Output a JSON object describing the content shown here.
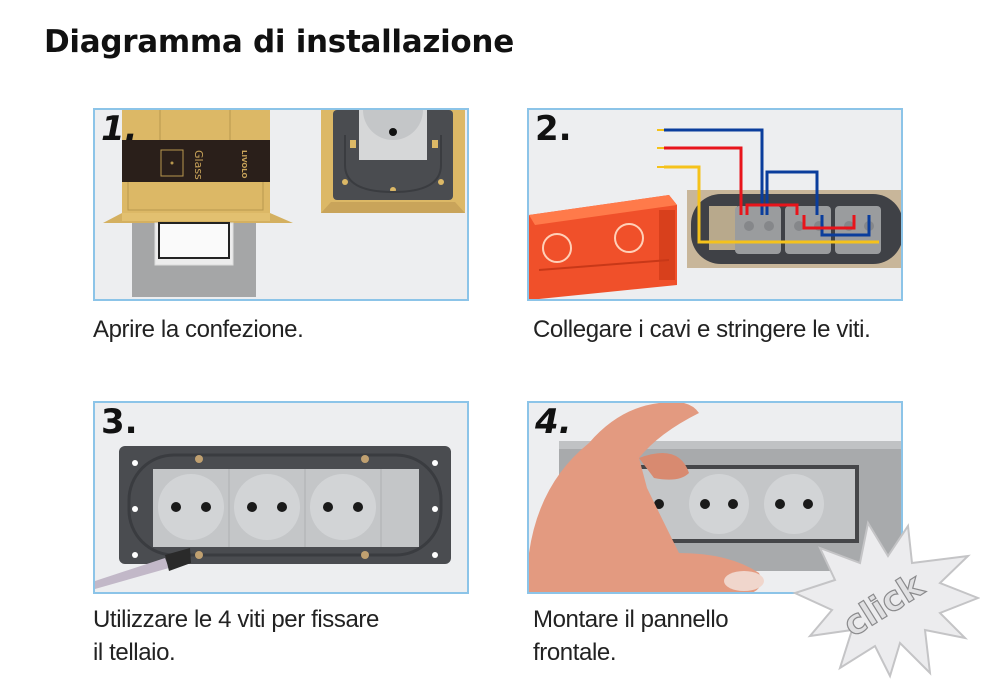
{
  "page": {
    "title": "Diagramma di installazione"
  },
  "steps": [
    {
      "number": "1.",
      "caption_lines": [
        "Aprire la confezione."
      ],
      "image": "open-package-illustration"
    },
    {
      "number": "2.",
      "caption_lines": [
        "Collegare i cavi e stringere le viti."
      ],
      "image": "wiring-illustration",
      "wire_colors": {
        "blue": "#0a3d9c",
        "red": "#e8141b",
        "yellow": "#f5c21b"
      }
    },
    {
      "number": "3.",
      "caption_lines": [
        "Utilizzare le 4 viti per fissare",
        "il tellaio."
      ],
      "image": "fix-frame-screws-illustration"
    },
    {
      "number": "4.",
      "caption_lines": [
        "Montare il pannello",
        "frontale."
      ],
      "image": "mount-front-panel-illustration"
    }
  ],
  "badge": {
    "text": "click"
  },
  "colors": {
    "panel_border": "#8cc4e8",
    "panel_bg": "#edeef0",
    "box_gold": "#dcb866",
    "box_band": "#2a1f1a",
    "junction_box": "#f0502a",
    "frame_dark": "#4a4c50",
    "socket_gray": "#c4c6c8"
  }
}
